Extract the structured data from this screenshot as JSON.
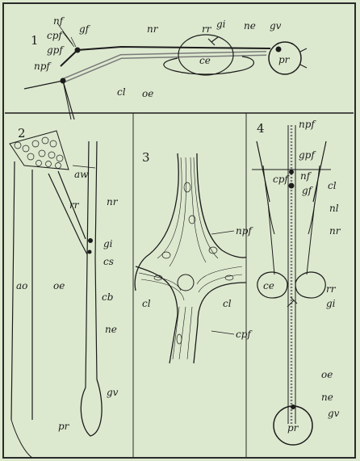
{
  "colors": {
    "paper": "#dde9cf",
    "ink": "#1c1c1c",
    "frame": "#2a2a2a"
  },
  "panel1": {
    "number": "1",
    "labels": {
      "nf": "nf",
      "cpf": "cpf",
      "gf": "gf",
      "gpf": "gpf",
      "npf": "npf",
      "nr": "nr",
      "rr": "rr",
      "gi": "gi",
      "ne": "ne",
      "gv": "gv",
      "pr": "pr",
      "ce": "ce",
      "cl": "cl",
      "oe": "oe"
    }
  },
  "panel2": {
    "number": "2",
    "labels": {
      "aw": "aw",
      "rr": "rr",
      "nr": "nr",
      "gi": "gi",
      "cs": "cs",
      "ao": "ao",
      "oe": "oe",
      "cb": "cb",
      "ne": "ne",
      "gv": "gv",
      "pr": "pr"
    }
  },
  "panel3": {
    "number": "3",
    "labels": {
      "npf": "npf",
      "cl_left": "cl",
      "cl_right": "cl",
      "cpf": "cpf"
    }
  },
  "panel4": {
    "number": "4",
    "labels": {
      "npf": "npf",
      "gpf": "gpf",
      "cpf": "cpf",
      "nf": "nf",
      "gf": "gf",
      "cl": "cl",
      "nl": "nl",
      "nr": "nr",
      "ce": "ce",
      "rr": "rr",
      "gi": "gi",
      "oe": "oe",
      "ne": "ne",
      "gv": "gv",
      "pr": "pr"
    }
  }
}
